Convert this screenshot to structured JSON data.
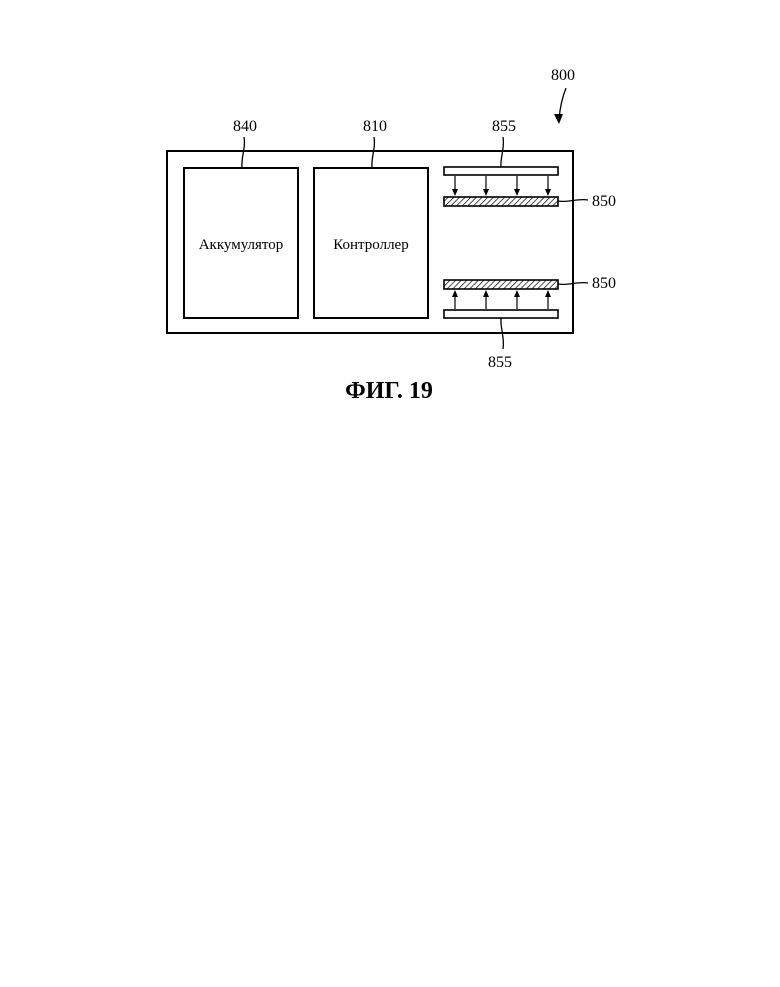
{
  "figure": {
    "caption": "ФИГ. 19",
    "device_ref": "800",
    "battery": {
      "ref": "840",
      "label": "Аккумулятор"
    },
    "controller": {
      "ref": "810",
      "label": "Контроллер"
    },
    "top_emitter_ref": "855",
    "top_plate_ref": "850",
    "bottom_plate_ref": "850",
    "bottom_emitter_ref": "855"
  }
}
